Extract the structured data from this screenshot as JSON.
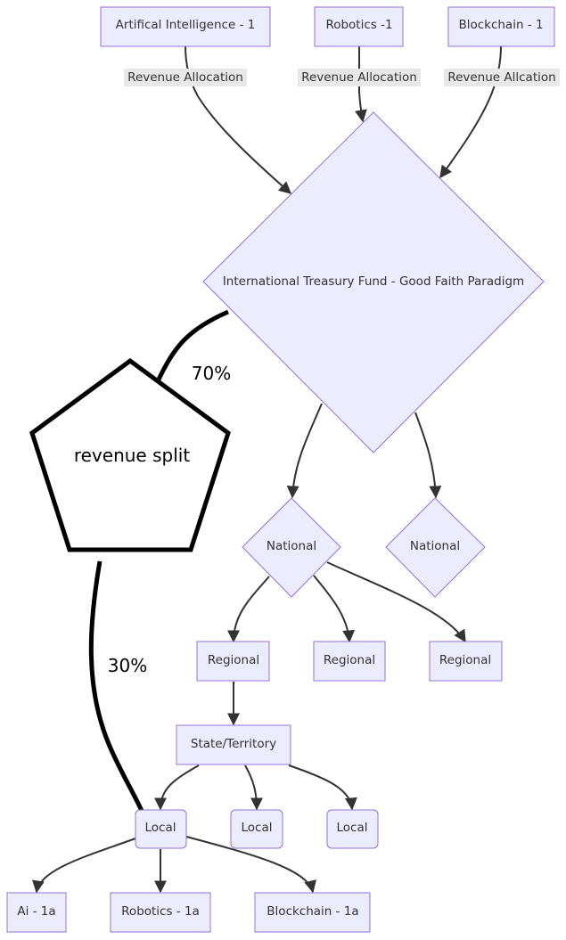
{
  "diagram": {
    "nodes": {
      "ai_top": "Artifical Intelligence - 1",
      "robotics_top": "Robotics -1",
      "blockchain_top": "Blockchain - 1",
      "treasury": "International Treasury Fund - Good Faith Paradigm",
      "national_1": "National",
      "national_2": "National",
      "regional_1": "Regional",
      "regional_2": "Regional",
      "regional_3": "Regional",
      "state": "State/Territory",
      "local_1": "Local",
      "local_2": "Local",
      "local_3": "Local",
      "ai_1a": "Ai - 1a",
      "robotics_1a": "Robotics - 1a",
      "blockchain_1a": "Blockchain - 1a",
      "revenue_split": "revenue split"
    },
    "edge_labels": {
      "ai_alloc": "Revenue Allocation",
      "robotics_alloc": "Revenue Allocation",
      "blockchain_alloc": "Revenue Allcation",
      "split_70": "70%",
      "split_30": "30%"
    },
    "colors": {
      "node_fill": "#ececff",
      "node_stroke": "#9370db",
      "edge": "#333333",
      "label_bg": "#e8e8e8"
    }
  }
}
